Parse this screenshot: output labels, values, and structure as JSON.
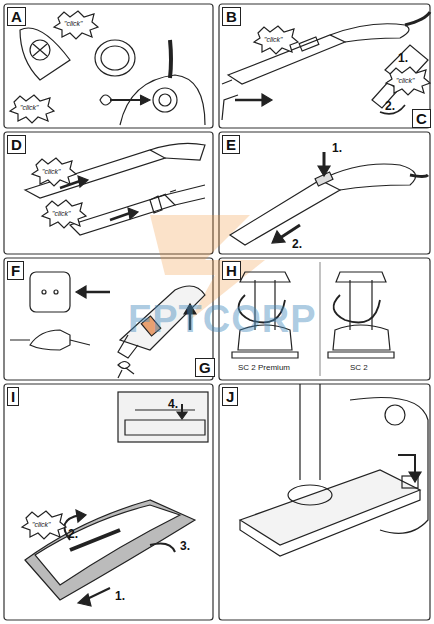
{
  "diagram": {
    "labels": [
      "A",
      "\"click\"",
      "\"click\"",
      "B",
      "\"click\"",
      "1.",
      "\"click\"",
      "2.",
      "C",
      "D",
      "\"click\"",
      "\"click\"",
      "E",
      "1.",
      "2.",
      "F",
      "G",
      "H",
      "SC 2 Premium",
      "SC 2",
      "I",
      "4.",
      "\"click\"",
      "2.",
      "3.",
      "1.",
      "J",
      "FPTCORP"
    ]
  }
}
